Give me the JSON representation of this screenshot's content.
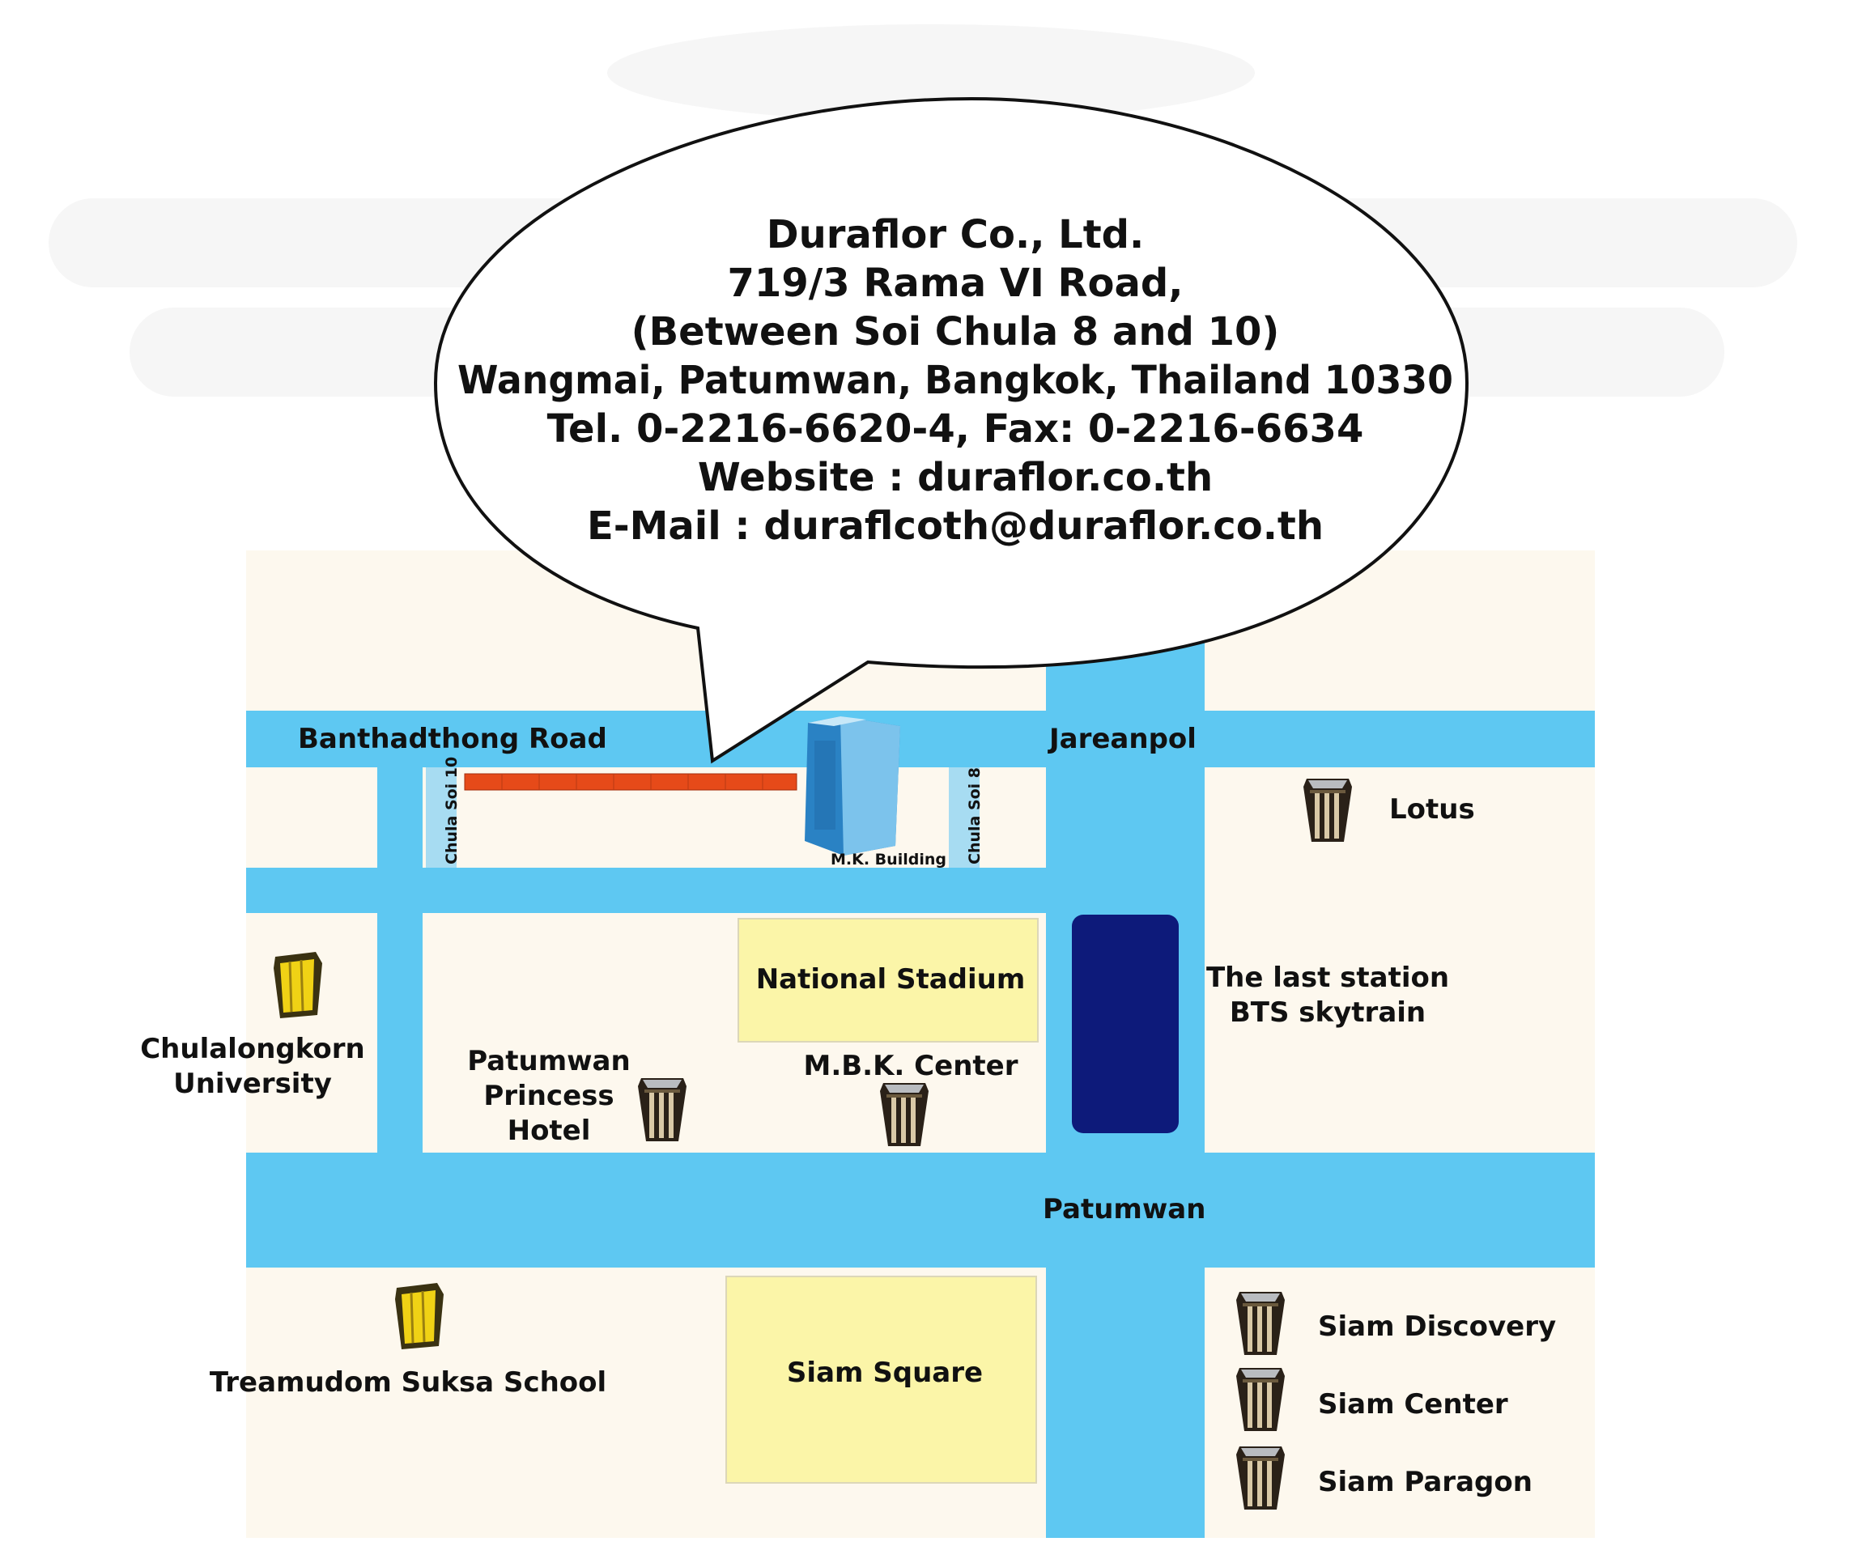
{
  "company_info": {
    "lines": [
      "Duraflor Co., Ltd.",
      "719/3 Rama VI Road,",
      "(Between Soi Chula 8 and 10)",
      "Wangmai, Patumwan, Bangkok, Thailand 10330",
      "Tel. 0-2216-6620-4, Fax: 0-2216-6634",
      "Website : duraflor.co.th",
      "E-Mail : duraflcoth@duraflor.co.th"
    ]
  },
  "roads": {
    "banthadthong": "Banthadthong Road",
    "jareanpol": "Jareanpol",
    "patumwan": "Patumwan",
    "chula_soi_10": "Chula Soi 10",
    "chula_soi_8": "Chula Soi 8"
  },
  "landmarks": {
    "mk_building": "M.K. Building",
    "lotus": "Lotus",
    "national_stadium": "National Stadium",
    "bts_line1": "The last station",
    "bts_line2": "BTS skytrain",
    "chula_line1": "Chulalongkorn",
    "chula_line2": "University",
    "hotel_line1": "Patumwan",
    "hotel_line2": "Princess",
    "hotel_line3": "Hotel",
    "mbk_center": "M.B.K. Center",
    "treamudom": "Treamudom Suksa School",
    "siam_square": "Siam Square",
    "siam_discovery": "Siam Discovery",
    "siam_center": "Siam Center",
    "siam_paragon": "Siam Paragon"
  },
  "icons": {
    "mall": "mall-building-icon",
    "school": "school-building-icon",
    "office": "office-tower-icon"
  },
  "colors": {
    "road": "#5ec8f2",
    "block": "#fdf8ee",
    "highlight_block": "#fbf5a8",
    "bts_station": "#0d1a7a",
    "street_highlight": "#e64a19"
  }
}
